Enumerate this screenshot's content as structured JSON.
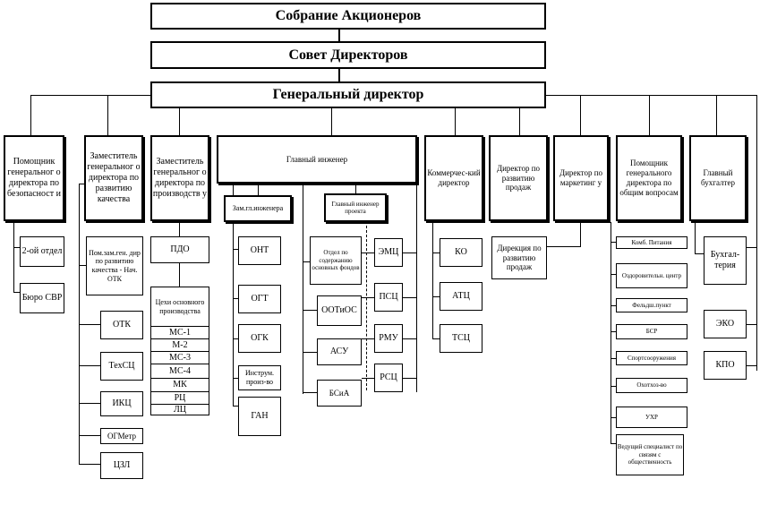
{
  "top": {
    "shareholders": "Собрание Акционеров",
    "board": "Совет Директоров",
    "ceo": "Генеральный директор"
  },
  "dept": {
    "asst_gen_dir": "Помощник генеральног о директора по безопасност и",
    "dep_quality": "Заместитель генеральног о директора по развитию качества",
    "dep_production": "Заместитель генеральног о директора по производств у",
    "chief_engineer": "Главный инженер",
    "commercial": "Коммерчес-кий директор",
    "sales_dir": "Директор по развитию продаж",
    "marketing_dir": "Директор по маркетинг у",
    "asst_general": "Помощник генерального директора по общим вопросам",
    "chief_accountant": "Главный бухгалтер"
  },
  "col1": {
    "items": [
      "2-ой отдел",
      "Бюро СВР"
    ]
  },
  "col2": {
    "head": "Пом.зам.ген. дир по развитию качества - Нач. ОТК",
    "items": [
      "ОТК",
      "ТехСЦ",
      "ИКЦ",
      "ОГМетр",
      "ЦЗЛ"
    ]
  },
  "col3": {
    "pdo": "ПДО",
    "shops_head": "Цехи основного производства",
    "shops": [
      "МС-1",
      "М-2",
      "МС-3",
      "МС-4",
      "МК",
      "РЦ",
      "ЛЦ"
    ]
  },
  "engineer": {
    "deputy": "Зам.гл.инженера",
    "project": "Главный инженер проекта",
    "deputy_items": [
      "ОНТ",
      "ОГТ",
      "ОГК",
      "Инструм. произ-во",
      "ГАН"
    ],
    "mid_items": [
      "Отдел по содержанию основных фондов",
      "ООТиОС",
      "АСУ",
      "БСиА"
    ],
    "project_items": [
      "ЭМЦ",
      "ПСЦ",
      "РМУ",
      "РСЦ"
    ]
  },
  "commercial_items": [
    "КО",
    "АТЦ",
    "ТСЦ"
  ],
  "sales_items": [
    "Дирекция по развитию продаж"
  ],
  "general_items": [
    "Комб. Питания",
    "Оздоровительн. центр",
    "Фельдш.пункт",
    "БСР",
    "Спортсооружения",
    "Охотхоз-во",
    "УХР",
    "Ведущий специалист по связям с общественность"
  ],
  "accountant_items": [
    "Бухгал-терия",
    "ЭКО",
    "КПО"
  ]
}
